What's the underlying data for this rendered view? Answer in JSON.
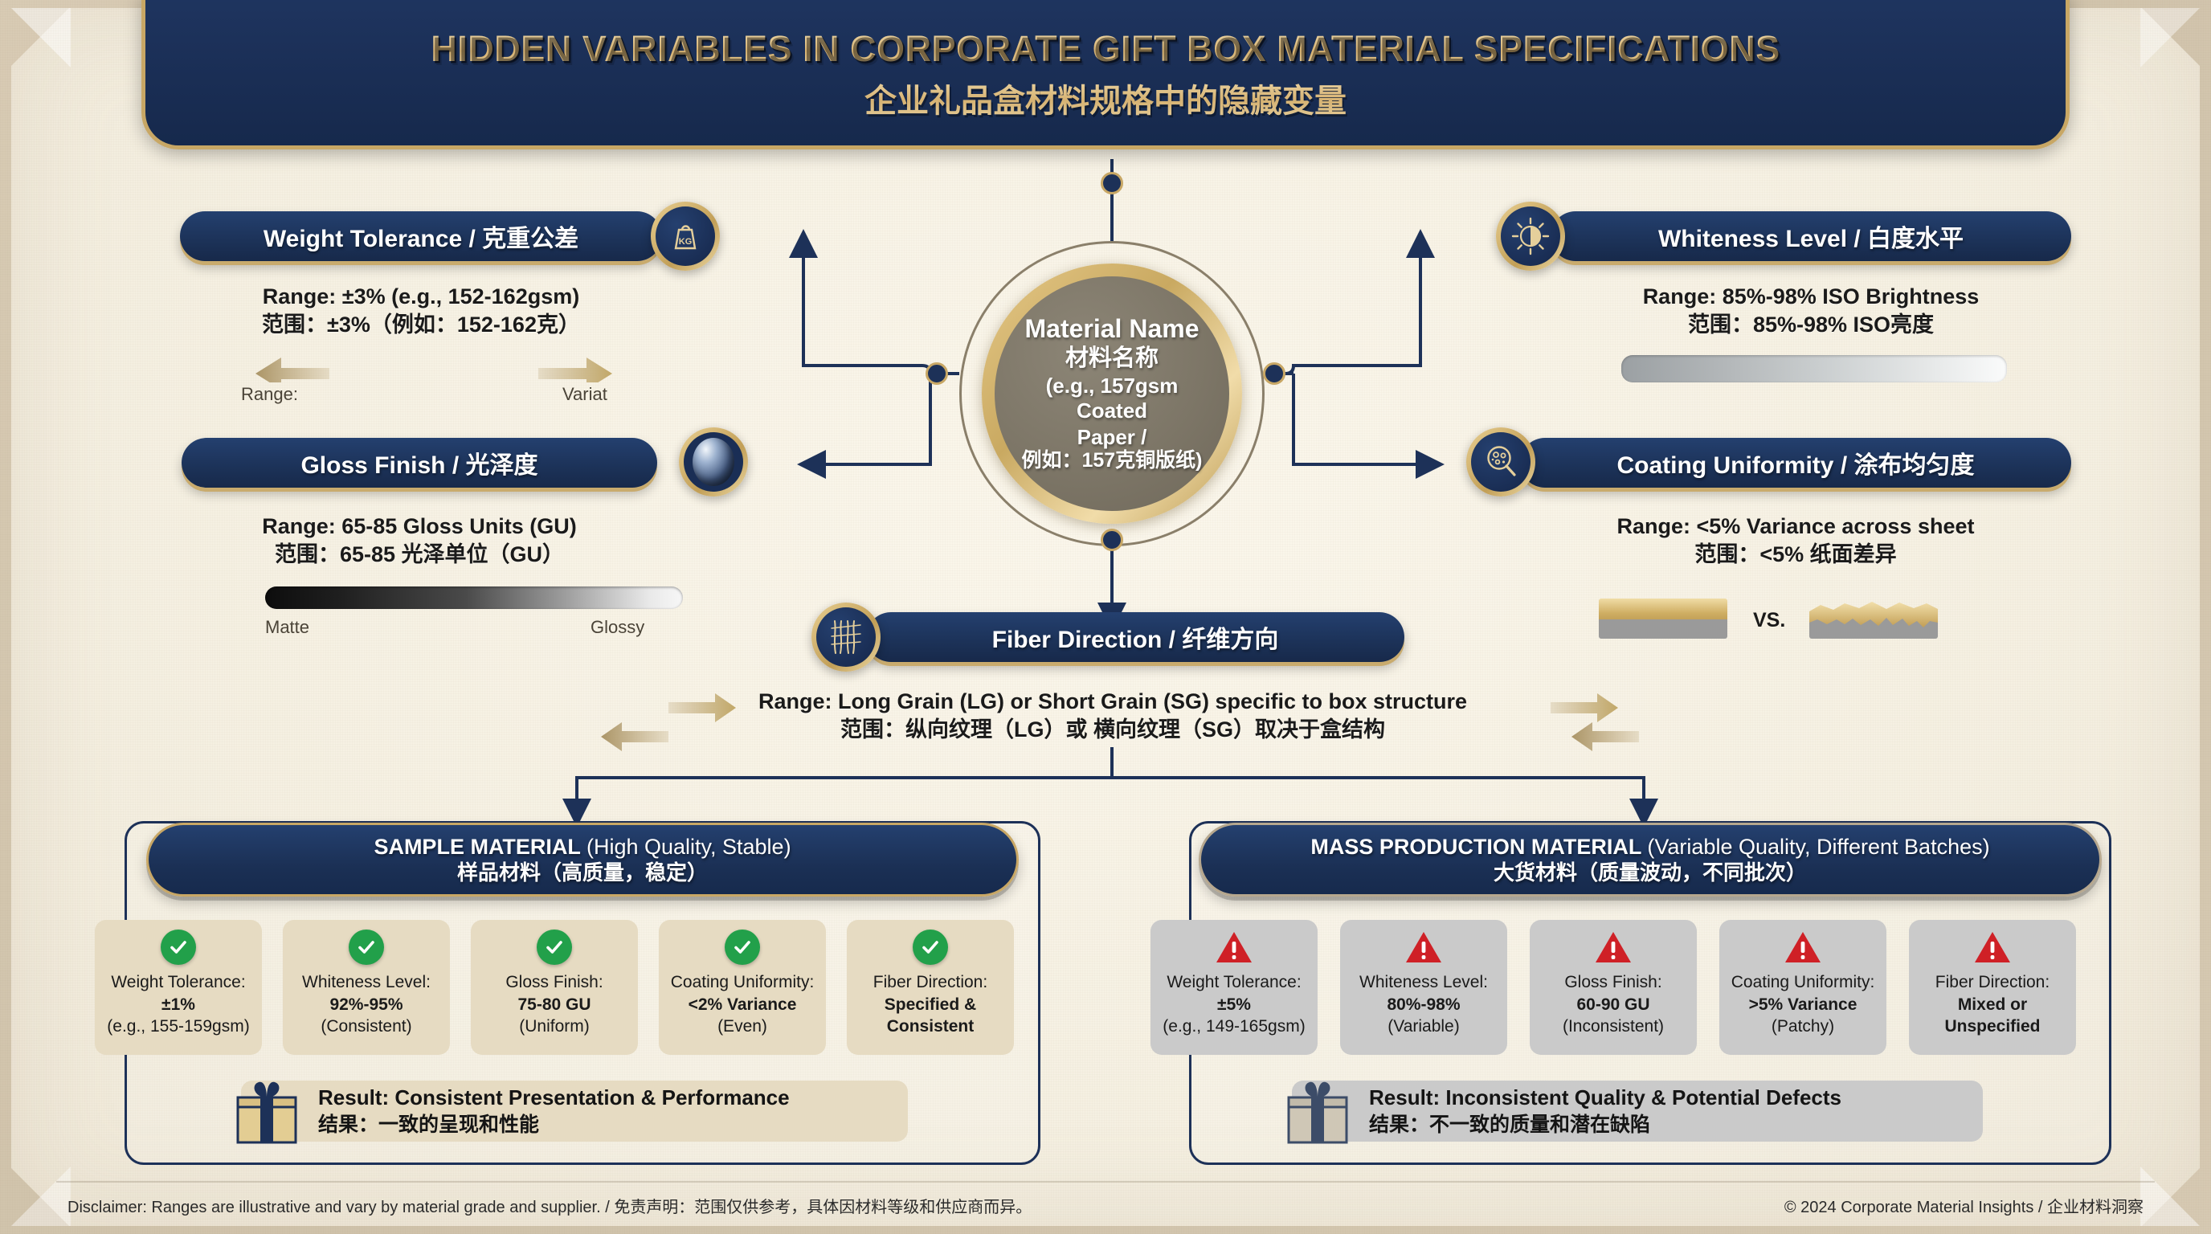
{
  "title": {
    "main": "HIDDEN VARIABLES IN CORPORATE GIFT BOX MATERIAL SPECIFICATIONS",
    "sub": "企业礼品盒材料规格中的隐藏变量"
  },
  "hub": {
    "line1": "Material Name",
    "line2": "材料名称",
    "line3": "(e.g., 157gsm Coated",
    "line4": "Paper /",
    "line5": "例如：157克铜版纸)"
  },
  "branches": {
    "weight": {
      "label": "Weight Tolerance / 克重公差",
      "icon": "weight-kg-icon",
      "icon_text": "KG",
      "range_en": "Range: ±3% (e.g., 152-162gsm)",
      "range_zh": "范围：±3%（例如：152-162克）",
      "scale_left": "Range:",
      "scale_right": "Variat"
    },
    "gloss": {
      "label": "Gloss Finish / 光泽度",
      "icon": "gloss-sphere-icon",
      "range_en": "Range: 65-85 Gloss Units (GU)",
      "range_zh": "范围：65-85 光泽单位（GU）",
      "scale_left": "Matte",
      "scale_right": "Glossy"
    },
    "whiteness": {
      "label": "Whiteness Level / 白度水平",
      "icon": "brightness-sun-icon",
      "range_en": "Range: 85%-98% ISO Brightness",
      "range_zh": "范围：85%-98% ISO亮度"
    },
    "coating": {
      "label": "Coating Uniformity / 涂布均匀度",
      "icon": "magnifier-coating-icon",
      "range_en": "Range: <5% Variance across sheet",
      "range_zh": "范围：<5% 纸面差异",
      "vs_label": "VS."
    },
    "fiber": {
      "label": "Fiber Direction / 纤维方向",
      "icon": "fiber-grain-icon",
      "range_en": "Range: Long Grain (LG) or Short Grain (SG) specific to box structure",
      "range_zh": "范围：纵向纹理（LG）或 横向纹理（SG）取决于盒结构"
    }
  },
  "sample_panel": {
    "head_title": "SAMPLE MATERIAL ",
    "head_note": "(High Quality, Stable)",
    "head_zh": "样品材料（高质量，稳定）",
    "status_icon": "check-circle-icon",
    "accent": "#1d3158",
    "cards": [
      {
        "label": "Weight Tolerance:",
        "value": "±1%",
        "note": "(e.g., 155-159gsm)"
      },
      {
        "label": "Whiteness Level:",
        "value": "92%-95%",
        "note": "(Consistent)"
      },
      {
        "label": "Gloss Finish:",
        "value": "75-80 GU",
        "note": "(Uniform)"
      },
      {
        "label": "Coating Uniformity:",
        "value": "<2% Variance",
        "note": "(Even)"
      },
      {
        "label": "Fiber Direction:",
        "value": "Specified &",
        "note": "Consistent"
      }
    ],
    "result_en": "Result: Consistent Presentation & Performance",
    "result_zh": "结果：一致的呈现和性能",
    "gift_icon": "gift-box-gold-icon"
  },
  "mass_panel": {
    "head_title": "MASS PRODUCTION MATERIAL ",
    "head_note": "(Variable Quality, Different Batches)",
    "head_zh": "大货材料（质量波动，不同批次）",
    "status_icon": "warning-triangle-icon",
    "accent": "#1d3158",
    "cards": [
      {
        "label": "Weight Tolerance:",
        "value": "±5%",
        "note": "(e.g., 149-165gsm)"
      },
      {
        "label": "Whiteness Level:",
        "value": "80%-98%",
        "note": "(Variable)"
      },
      {
        "label": "Gloss Finish:",
        "value": "60-90 GU",
        "note": "(Inconsistent)"
      },
      {
        "label": "Coating Uniformity:",
        "value": ">5% Variance",
        "note": "(Patchy)"
      },
      {
        "label": "Fiber Direction:",
        "value": "Mixed or",
        "note": "Unspecified"
      }
    ],
    "result_en": "Result: Inconsistent Quality & Potential Defects",
    "result_zh": "结果：不一致的质量和潜在缺陷",
    "gift_icon": "gift-box-grey-icon"
  },
  "footer": {
    "left": "Disclaimer: Ranges are illustrative and vary by material grade and supplier. / 免责声明：范围仅供参考，具体因材料等级和供应商而异。",
    "right": "© 2024 Corporate Material Insights / 企业材料洞察"
  },
  "colors": {
    "navy": "#1d3158",
    "gold": "#c8a765",
    "paper": "#f7f2e6",
    "green": "#22a04a",
    "red": "#cf2026"
  }
}
